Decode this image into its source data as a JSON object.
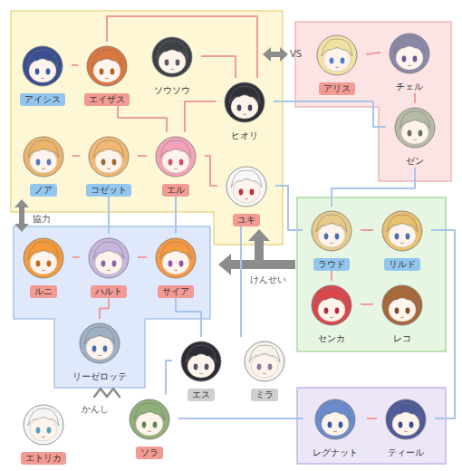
{
  "diagram": {
    "nodes": [
      {
        "text": [
          "アイシス"
        ]
      },
      {
        "text": [
          "エイザス"
        ]
      },
      {
        "text": [
          "ソウソウ"
        ]
      },
      {
        "text": [
          "アリス"
        ]
      },
      {
        "text": [
          "チェル"
        ]
      },
      {
        "text": [
          "ヒオリ"
        ]
      },
      {
        "text": [
          "ゼン"
        ]
      },
      {
        "text": [
          "ノア"
        ]
      },
      {
        "text": [
          "コゼット"
        ]
      },
      {
        "text": [
          "エル"
        ]
      },
      {
        "text": [
          "ユキ"
        ]
      },
      {
        "text": [
          "ルニ"
        ]
      },
      {
        "text": [
          "ハルト"
        ]
      },
      {
        "text": [
          "サイア"
        ]
      },
      {
        "text": [
          "ラウド"
        ]
      },
      {
        "text": [
          "リルド"
        ]
      },
      {
        "text": [
          "センカ"
        ]
      },
      {
        "text": [
          "レコ"
        ]
      },
      {
        "text": [
          "リーゼロッテ"
        ]
      },
      {
        "text": [
          "エス"
        ]
      },
      {
        "text": [
          "ミラ"
        ]
      },
      {
        "text": [
          "エトリカ"
        ]
      },
      {
        "text": [
          "ソラ"
        ]
      },
      {
        "text": [
          "レグナット"
        ]
      },
      {
        "text": [
          "ティール"
        ]
      }
    ],
    "edges": [
      {
        "from": 0,
        "to": 1,
        "arrow": "none"
      },
      {
        "from": 1,
        "to": 5,
        "arrow": "none"
      },
      {
        "from": 2,
        "to": 5,
        "arrow": "none"
      },
      {
        "from": 1,
        "to": 9,
        "arrow": "none"
      },
      {
        "from": 5,
        "to": 9,
        "arrow": "none"
      },
      {
        "from": 7,
        "to": 8,
        "arrow": "none"
      },
      {
        "from": 8,
        "to": 9,
        "arrow": "none"
      },
      {
        "from": 9,
        "to": 10,
        "arrow": "none"
      },
      {
        "from": 3,
        "to": 4,
        "arrow": "none"
      },
      {
        "from": 4,
        "to": 6,
        "arrow": "none"
      },
      {
        "from": 5,
        "to": 6,
        "arrow": "none"
      },
      {
        "from": 6,
        "to": 14,
        "arrow": "none"
      },
      {
        "from": 14,
        "to": 15,
        "arrow": "none"
      },
      {
        "from": 14,
        "to": 16,
        "arrow": "none"
      },
      {
        "from": 16,
        "to": 17,
        "arrow": "none"
      },
      {
        "from": 15,
        "to": 24,
        "arrow": "none"
      },
      {
        "from": 23,
        "to": 24,
        "arrow": "none"
      },
      {
        "from": 10,
        "to": 14,
        "arrow": "none"
      },
      {
        "from": 11,
        "to": 12,
        "arrow": "none"
      },
      {
        "from": 12,
        "to": 13,
        "arrow": "none"
      },
      {
        "from": 9,
        "to": 13,
        "arrow": "none"
      },
      {
        "from": 8,
        "to": 12,
        "arrow": "none"
      },
      {
        "from": 12,
        "to": 18,
        "arrow": "none"
      },
      {
        "from": 13,
        "to": 19,
        "arrow": "none"
      },
      {
        "from": 10,
        "to": 20,
        "arrow": "none"
      },
      {
        "from": 22,
        "to": 19,
        "arrow": "none"
      },
      {
        "from": 22,
        "to": 23,
        "arrow": "none"
      }
    ],
    "labels": [
      "VS",
      "協力",
      "けんせい",
      "かんし"
    ]
  }
}
